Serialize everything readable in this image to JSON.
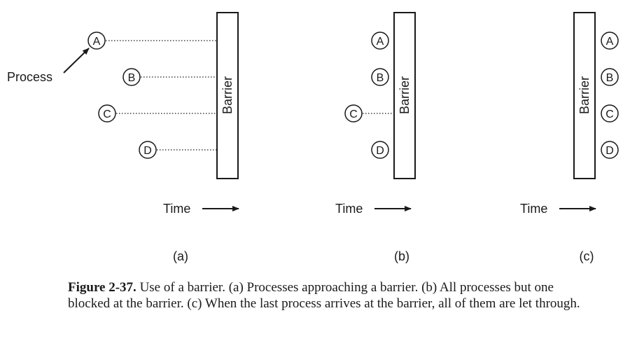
{
  "barrier_label": "Barrier",
  "process_label": "Process",
  "time_label": "Time",
  "panels": [
    {
      "label": "(a)",
      "processes": [
        "A",
        "B",
        "C",
        "D"
      ]
    },
    {
      "label": "(b)",
      "processes": [
        "A",
        "B",
        "C",
        "D"
      ]
    },
    {
      "label": "(c)",
      "processes": [
        "A",
        "B",
        "C",
        "D"
      ]
    }
  ],
  "caption": {
    "figure_label": "Figure 2-37.",
    "text": "Use of a barrier. (a) Processes approaching a barrier. (b) All processes but one blocked at the barrier. (c) When the last process arrives at the barrier, all of them are let through."
  },
  "colors": {
    "ink": "#1a1a1a",
    "background": "#ffffff"
  }
}
